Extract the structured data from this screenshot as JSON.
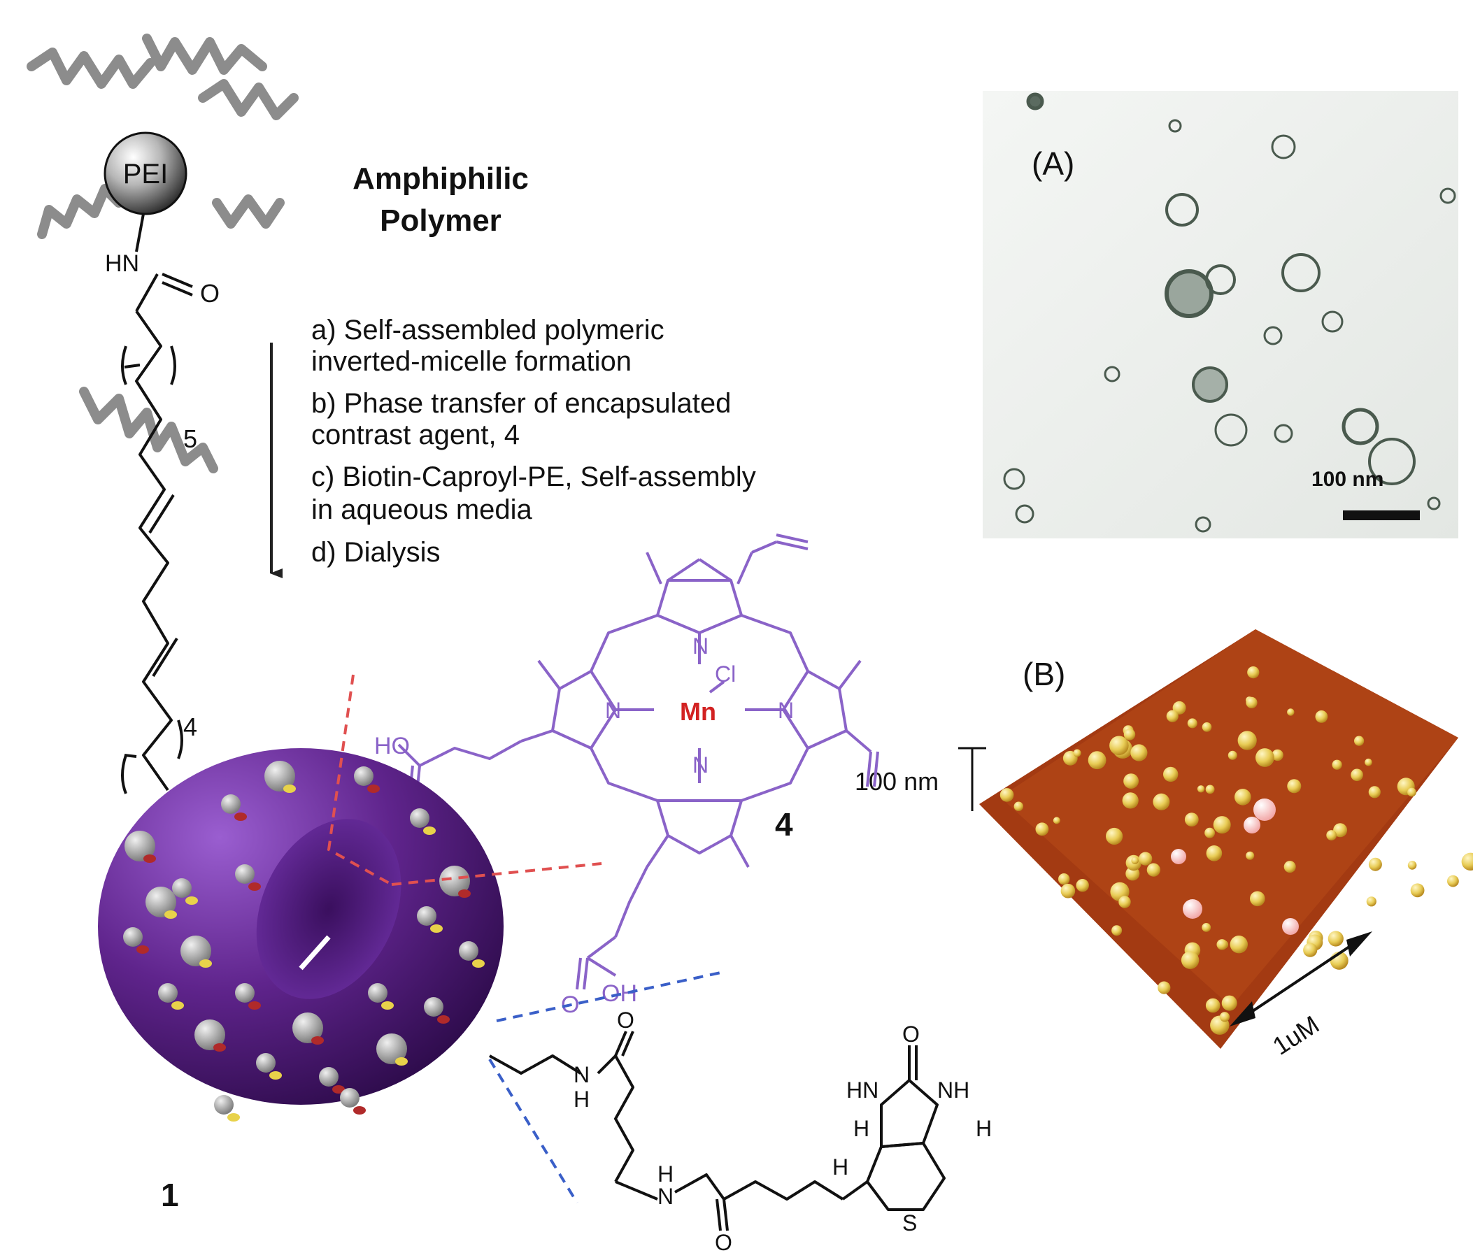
{
  "polymer": {
    "core_label": "PEI",
    "amide_nh": "HN",
    "amide_o": "O",
    "repeat_a": "5",
    "repeat_b": "4",
    "title_line1": "Amphiphilic",
    "title_line2": "Polymer"
  },
  "steps": [
    "a) Self-assembled polymeric",
    "inverted-micelle formation",
    "b) Phase transfer of encapsulated",
    "contrast agent, 4",
    "c) Biotin-Caproyl-PE, Self-assembly",
    "in aqueous media",
    "d) Dialysis"
  ],
  "porphyrin": {
    "metal": "Mn",
    "ligand": "Cl",
    "n": "N",
    "acid_top_left": "HO",
    "acid_o": "O",
    "acid_bottom": "OH",
    "compound_number": "4"
  },
  "micelle": {
    "compound_number": "1"
  },
  "biotin": {
    "nh_amide": "N",
    "h_amide": "H",
    "o": "O",
    "hn": "HN",
    "nh": "NH",
    "h": "H",
    "s": "S"
  },
  "panel_a": {
    "label": "(A)",
    "scale_label": "100 nm"
  },
  "panel_b": {
    "label": "(B)",
    "height_scale": "100 nm",
    "length_scale": "1uM"
  },
  "colors": {
    "polymer_gray": "#8c8c8c",
    "porphyrin": "#8a63c8",
    "metal_red": "#d22222",
    "torus": "#5a1f86",
    "red_dash": "#e05050",
    "blue_dash": "#3a5fc8",
    "afm_base": "#a33a12",
    "afm_bump": "#f0d060"
  }
}
